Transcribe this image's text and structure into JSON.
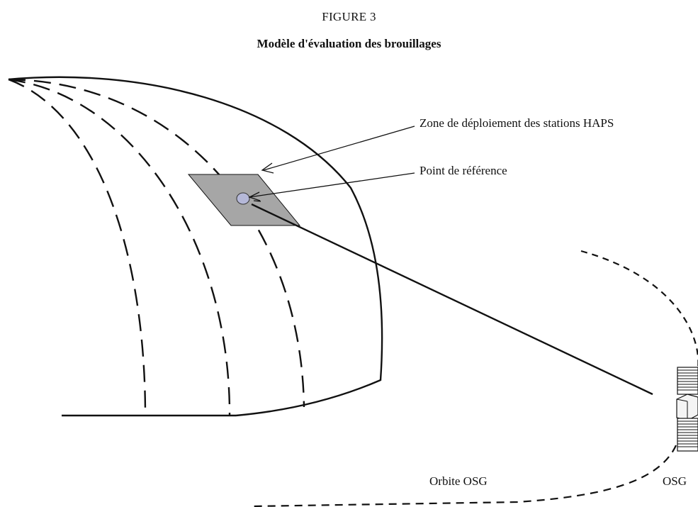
{
  "figure": {
    "number": "FIGURE 3",
    "title": "Modèle d'évaluation des brouillages"
  },
  "labels": {
    "deployment_zone": "Zone de déploiement des stations HAPS",
    "reference_point": "Point de référence",
    "gso_orbit": "Orbite OSG",
    "gso_satellite": "OSG"
  },
  "colors": {
    "line": "#111111",
    "zone_fill": "#a6a6a6",
    "reference_point_fill": "#b5b8d8"
  },
  "icons": {
    "satellite": "satellite-icon"
  }
}
